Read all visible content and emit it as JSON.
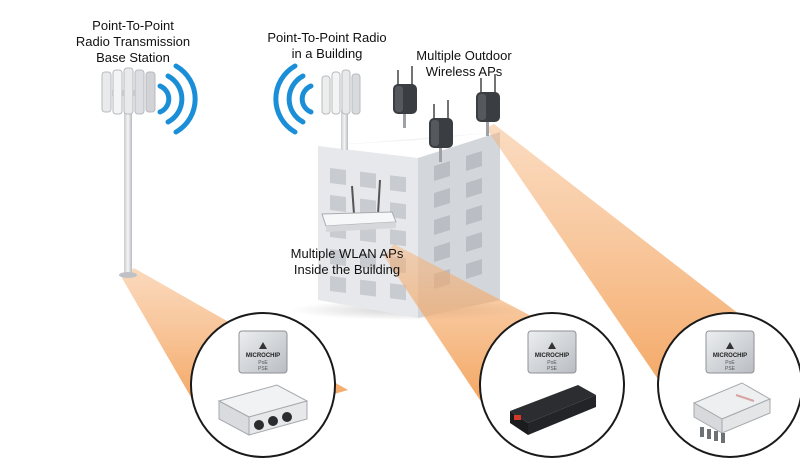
{
  "labels": {
    "base_station": [
      "Point-To-Point",
      "Radio Transmission",
      "Base Station"
    ],
    "building_radio": [
      "Point-To-Point Radio",
      "in a Building"
    ],
    "outdoor_aps": [
      "Multiple Outdoor",
      "Wireless  APs"
    ],
    "indoor_aps": [
      "Multiple WLAN APs",
      "Inside the Building"
    ]
  },
  "chip_brand": "MICROCHIP",
  "chip_text": [
    "PoE",
    "PSE"
  ],
  "colors": {
    "beam": "#f39a45",
    "circle_outline": "#1a1a1a",
    "wifi": "#1a8fd8",
    "building_front": "#e7e9ec",
    "building_side": "#d2d5da",
    "window": "#c9ccd1"
  },
  "icons": [
    "antenna-tower-icon",
    "wifi-waves-icon",
    "outdoor-ap-icon",
    "indoor-ap-icon",
    "poe-chip-icon",
    "injector-device-icon"
  ]
}
